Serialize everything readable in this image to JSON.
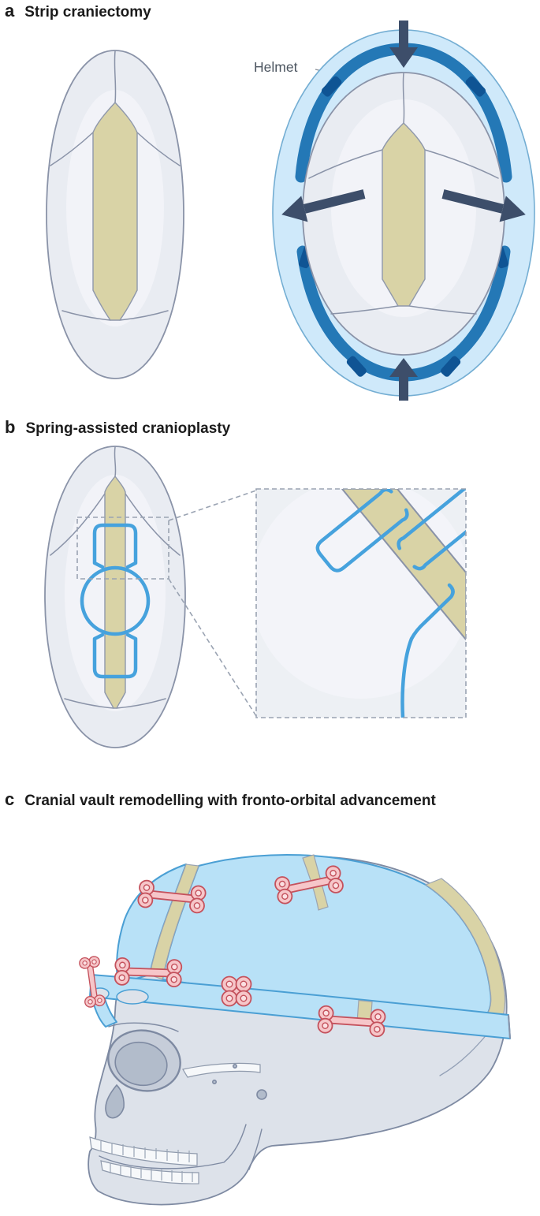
{
  "figure": {
    "panels": {
      "a": {
        "label": "a",
        "title": "Strip craniectomy",
        "annotation": "Helmet"
      },
      "b": {
        "label": "b",
        "title": "Spring-assisted cranioplasty"
      },
      "c": {
        "label": "c",
        "title": "Cranial vault remodelling with fronto-orbital advancement"
      }
    },
    "colors": {
      "bone_fill": "#e9ecf2",
      "bone_outline": "#8a93a8",
      "craniectomy_strip": "#d9d3a6",
      "helmet_shell": "#cfe9fa",
      "helmet_band": "#2478b6",
      "helmet_pad": "#0f5494",
      "force_arrow": "#3d4e6a",
      "spring_wire": "#46a2dd",
      "remodelled_vault": "#b8e1f7",
      "vault_outline": "#4a9fd4",
      "fixation_plate": "#f6c6c9",
      "fixation_plate_outline": "#c4515c"
    }
  }
}
